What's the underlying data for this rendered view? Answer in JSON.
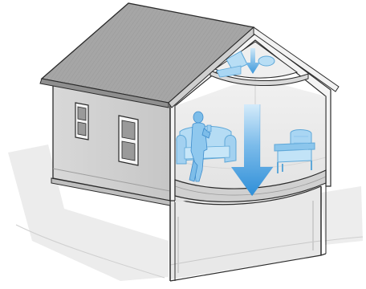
{
  "diagram": {
    "subject": "house-cutaway",
    "colors": {
      "background": "#ffffff",
      "outline": "#2b2b2b",
      "wall": "#d3d3d3",
      "wall_shadow": "#bdbdbd",
      "roof": "#a9a9a9",
      "interior": "#ececec",
      "interior_floor": "#dedede",
      "basement": "#e6e6e6",
      "furniture_blue": "#9ccfee",
      "furniture_blue_dark": "#5fa8d8",
      "arrow_blue": "#3d98db"
    },
    "elements": [
      "roof",
      "exterior-wall",
      "window",
      "attic",
      "attic-vent",
      "living-room",
      "sofa",
      "person",
      "armchair",
      "floor-slab",
      "basement",
      "down-arrow"
    ]
  }
}
